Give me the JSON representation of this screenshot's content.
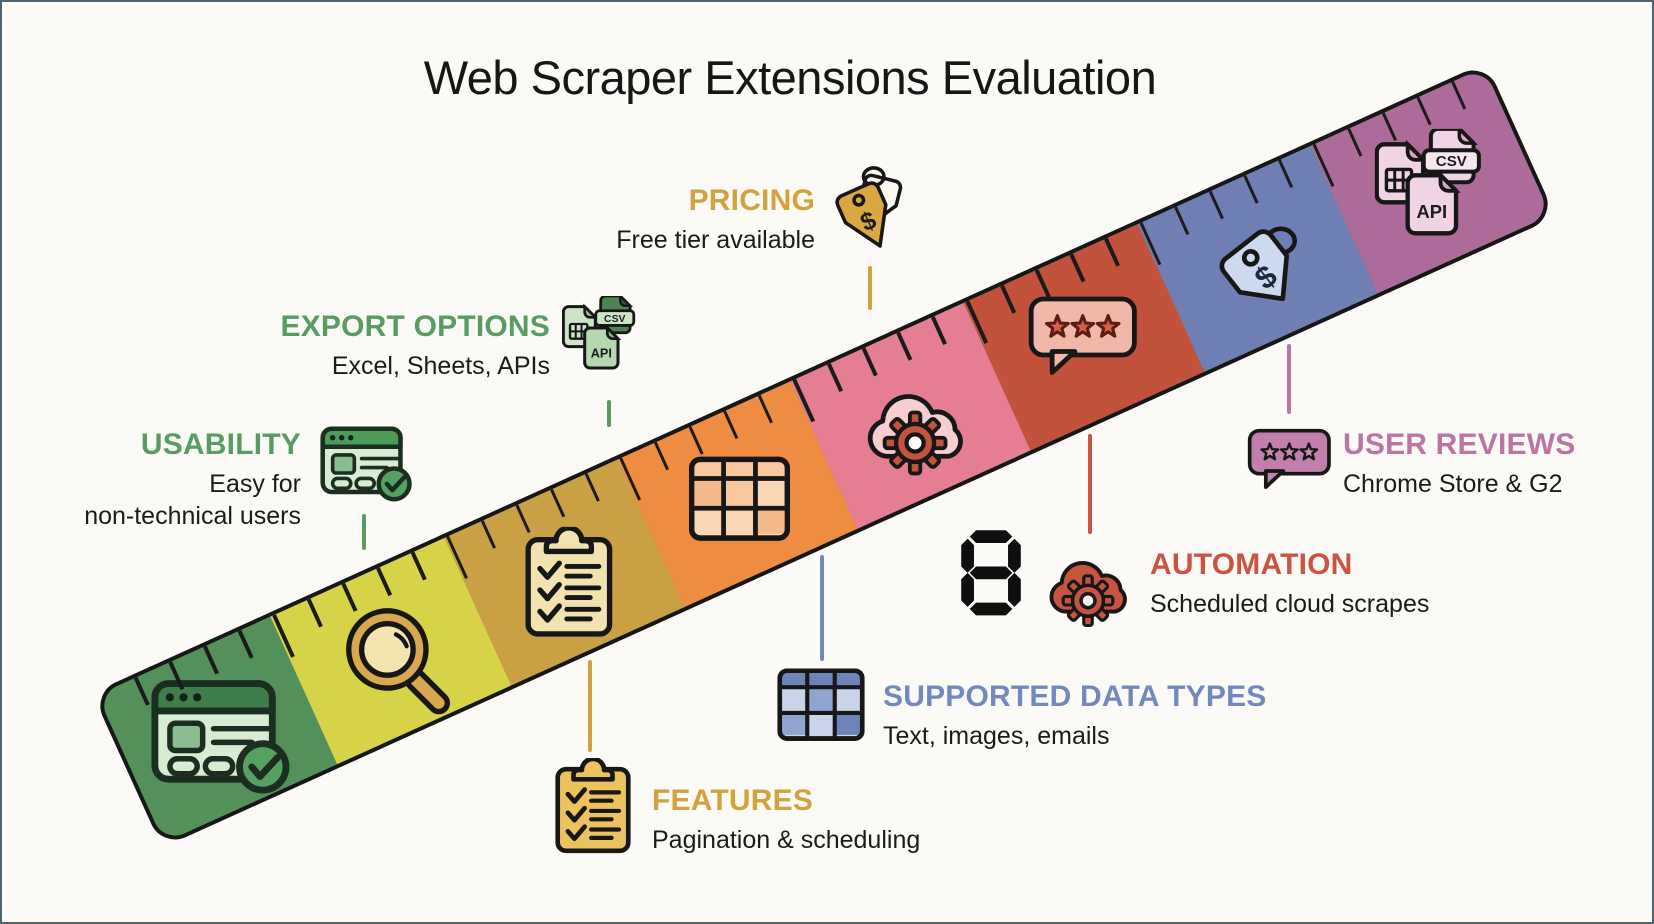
{
  "title": "Web Scraper Extensions Evaluation",
  "categories": [
    {
      "id": "usability",
      "label": "USABILITY",
      "description": "Easy for\nnon-technical users",
      "accent": "#579c62",
      "icon": "browser-check-icon"
    },
    {
      "id": "export-options",
      "label": "EXPORT OPTIONS",
      "description": "Excel, Sheets, APIs",
      "accent": "#579c62",
      "icon": "file-formats-icon"
    },
    {
      "id": "pricing",
      "label": "PRICING",
      "description": "Free tier available",
      "accent": "#d2a33d",
      "icon": "price-tags-icon"
    },
    {
      "id": "features",
      "label": "FEATURES",
      "description": "Pagination & scheduling",
      "accent": "#d2a33d",
      "icon": "clipboard-checklist-icon"
    },
    {
      "id": "supported-data-types",
      "label": "SUPPORTED DATA TYPES",
      "description": "Text, images, emails",
      "accent": "#7289bd",
      "icon": "data-table-icon"
    },
    {
      "id": "automation",
      "label": "AUTOMATION",
      "description": "Scheduled cloud scrapes",
      "accent": "#cb5340",
      "icon": "cloud-gear-icon",
      "display_digit": "8"
    },
    {
      "id": "user-reviews",
      "label": "USER REVIEWS",
      "description": "Chrome Store & G2",
      "accent": "#bc74a4",
      "icon": "rating-bubble-icon",
      "stars": 3
    }
  ],
  "ruler": {
    "segments": [
      {
        "name": "usability",
        "color": "#549059",
        "icon": "browser-check-icon"
      },
      {
        "name": "search",
        "color": "#d6d348",
        "icon": "magnifier-icon"
      },
      {
        "name": "features",
        "color": "#c9a144",
        "icon": "clipboard-checklist-icon"
      },
      {
        "name": "data-table",
        "color": "#ee8d41",
        "icon": "data-table-icon"
      },
      {
        "name": "automation",
        "color": "#e57d93",
        "icon": "cloud-gear-icon"
      },
      {
        "name": "reviews",
        "color": "#c3523c",
        "icon": "rating-bubble-icon"
      },
      {
        "name": "pricing",
        "color": "#6f7eb3",
        "icon": "price-tag-icon"
      },
      {
        "name": "export",
        "color": "#ad6b99",
        "icon": "file-formats-icon"
      }
    ]
  },
  "file_labels": {
    "csv": "CSV",
    "api": "API"
  },
  "price_symbol": "$"
}
